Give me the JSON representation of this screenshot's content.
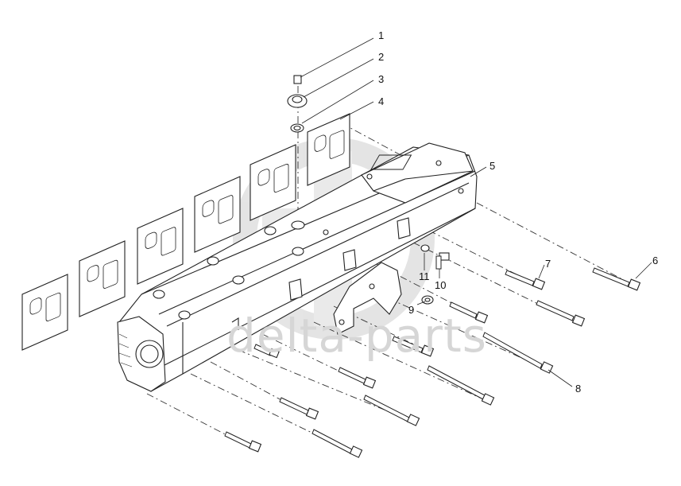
{
  "watermark": {
    "text": "delta-parts",
    "color": "#d6d6d6"
  },
  "callouts": [
    {
      "label": "1"
    },
    {
      "label": "2"
    },
    {
      "label": "3"
    },
    {
      "label": "4"
    },
    {
      "label": "5"
    },
    {
      "label": "6"
    },
    {
      "label": "7"
    },
    {
      "label": "8"
    },
    {
      "label": "9"
    },
    {
      "label": "10"
    },
    {
      "label": "11"
    }
  ]
}
